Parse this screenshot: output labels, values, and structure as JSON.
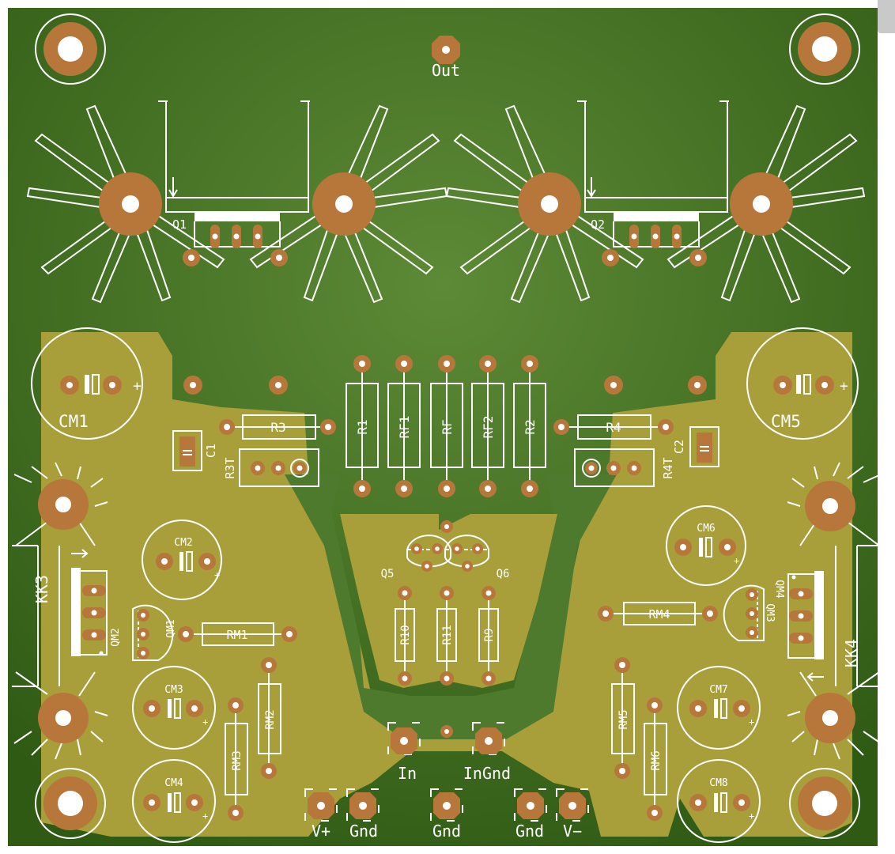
{
  "colors": {
    "board_center": "#5d8a36",
    "board_edge": "#2f5a14",
    "copper_fill": "#a8a03a",
    "copper_fill_dark": "#8f8a2e",
    "pad": "#b8773a",
    "silkscreen": "#ffffff"
  },
  "labels": {
    "out": "Out",
    "q1": "Q1",
    "q2": "Q2",
    "cm1": "CM1",
    "cm5": "CM5",
    "r3": "R3",
    "r4": "R4",
    "c1": "C1",
    "c2": "C2",
    "r3t": "R3T",
    "r4t": "R4T",
    "r1": "R1",
    "rf1": "RF1",
    "rf": "RF",
    "rf2": "RF2",
    "r2": "R2",
    "kk3": "KK3",
    "kk4": "KK4",
    "cm2": "CM2",
    "cm6": "CM6",
    "q5": "Q5",
    "q6": "Q6",
    "qm2": "QM2",
    "qm1": "QM1",
    "qm3": "QM3",
    "qm4": "QM4",
    "rm1": "RM1",
    "rm4": "RM4",
    "r10": "R10",
    "r11": "R11",
    "r9": "R9",
    "cm3": "CM3",
    "cm7": "CM7",
    "rm2": "RM2",
    "rm3": "RM3",
    "rm5": "RM5",
    "rm6": "RM6",
    "cm4": "CM4",
    "cm8": "CM8",
    "in": "In",
    "ingnd": "InGnd",
    "vplus": "V+",
    "gnd1": "Gnd",
    "gnd2": "Gnd",
    "gnd3": "Gnd",
    "vminus": "V−",
    "plus": "+"
  }
}
